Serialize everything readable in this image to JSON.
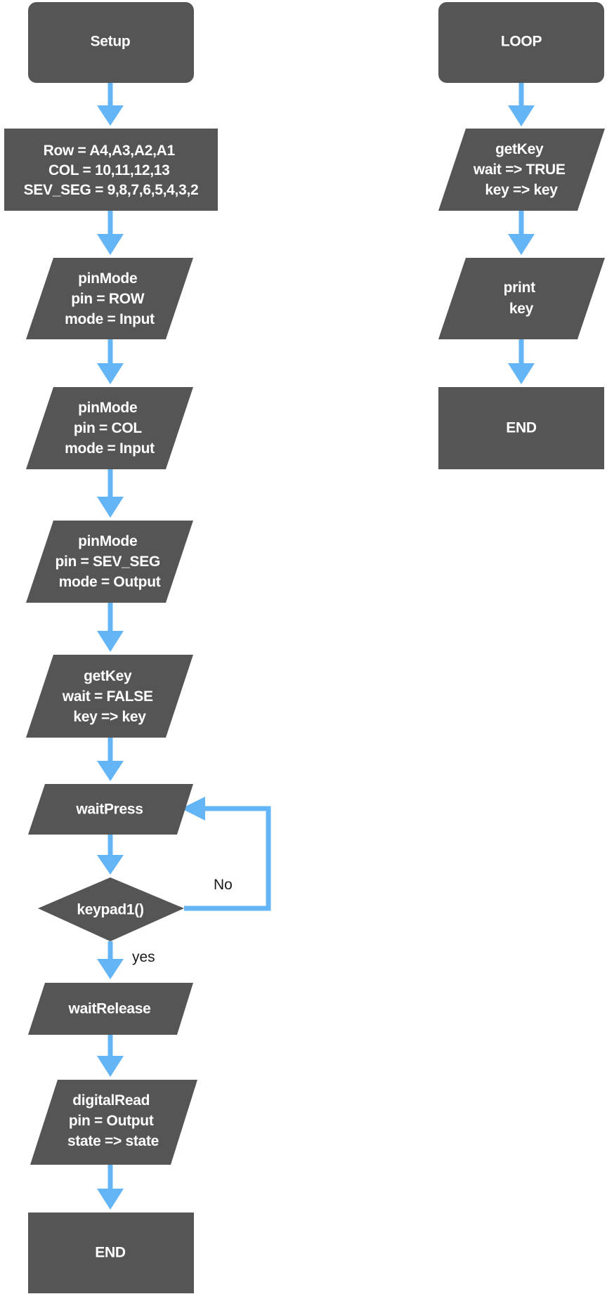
{
  "setup_flow": {
    "start": "Setup",
    "config_lines": [
      "Row = A4,A3,A2,A1",
      "COL = 10,11,12,13",
      "SEV_SEG = 9,8,7,6,5,4,3,2"
    ],
    "pinmode_row": [
      "pinMode",
      "pin = ROW",
      "mode = Input"
    ],
    "pinmode_col": [
      "pinMode",
      "pin = COL",
      "mode = Input"
    ],
    "pinmode_sevseg": [
      "pinMode",
      "pin = SEV_SEG",
      "mode = Output"
    ],
    "getkey": [
      "getKey",
      "wait = FALSE",
      "key => key"
    ],
    "wait_press": "waitPress",
    "decision": "keypad1()",
    "no_label": "No",
    "yes_label": "yes",
    "wait_release": "waitRelease",
    "digital_read": [
      "digitalRead",
      "pin = Output",
      "state => state"
    ],
    "end": "END"
  },
  "loop_flow": {
    "start": "LOOP",
    "getkey": [
      "getKey",
      "wait => TRUE",
      "key => key"
    ],
    "print": [
      "print",
      "key"
    ],
    "end": "END"
  },
  "colors": {
    "node_fill": "#555555",
    "node_text": "#ffffff",
    "arrow": "#64b5f6",
    "label_text": "#1a1a1a"
  }
}
